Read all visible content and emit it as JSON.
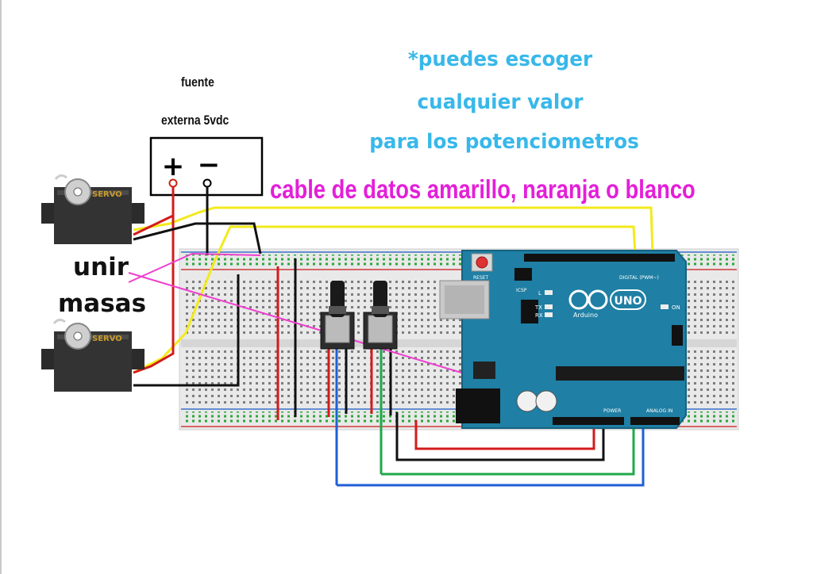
{
  "labels": {
    "source_line1": "fuente",
    "source_line2": "externa 5vdc",
    "plus_sign": "+",
    "minus_sign": "−",
    "note_line1": "*puedes escoger",
    "note_line2": "cualquier valor",
    "note_line3": "para los potenciometros",
    "data_cable": "cable de datos amarillo, naranja o blanco",
    "join_line1": "unir",
    "join_line2": "masas"
  },
  "servos": [
    {
      "label": "SERVO"
    },
    {
      "label": "SERVO"
    }
  ],
  "arduino": {
    "model": "UNO",
    "brand": "Arduino",
    "reset": "RESET",
    "digital": "DIGITAL (PWM~)",
    "power": "POWER",
    "analog": "ANALOG IN",
    "icsp": "ICSP",
    "led_l": "L",
    "led_tx": "TX",
    "led_rx": "RX",
    "led_on": "ON"
  },
  "colors": {
    "note": "#38b8ea",
    "magenta": "#e41fd8",
    "board": "#1f7fa4",
    "wire_yellow": "#f2ea1c",
    "wire_red": "#d31b1b",
    "wire_black": "#111111",
    "wire_blue": "#1f5fd6",
    "wire_green": "#1fa84a",
    "wire_pink": "#ee3fcf"
  }
}
